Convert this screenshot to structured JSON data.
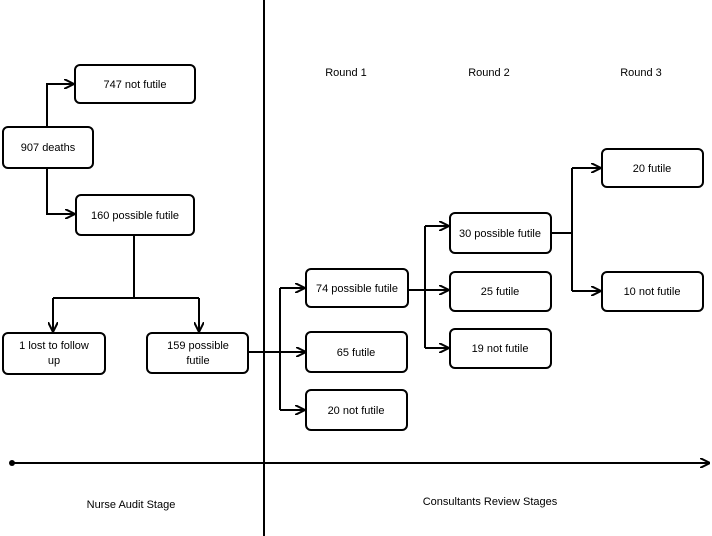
{
  "rounds": [
    "Round 1",
    "Round 2",
    "Round 3"
  ],
  "stages": {
    "nurse": "Nurse Audit Stage",
    "consultants": "Consultants Review Stages"
  },
  "nodes": {
    "not_futile_747": "747 not futile",
    "deaths_907": "907 deaths",
    "possible_futile_160": "160 possible futile",
    "lost_1": [
      "1 lost to follow",
      "up"
    ],
    "possible_futile_159": [
      "159 possible",
      "futile"
    ],
    "possible_futile_74": "74 possible futile",
    "futile_65": "65 futile",
    "not_futile_20": "20 not futile",
    "possible_futile_30": "30 possible futile",
    "futile_25": "25 futile",
    "not_futile_19": "19 not futile",
    "futile_20": "20 futile",
    "not_futile_10": "10 not futile"
  }
}
